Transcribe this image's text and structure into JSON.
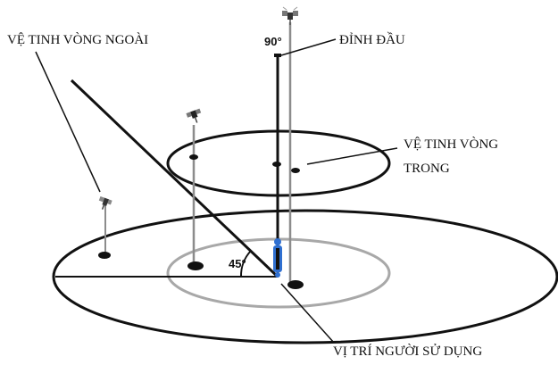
{
  "labels": {
    "outer_satellite": "VỆ TINH VÒNG NGOÀI",
    "zenith": "ĐỈNH ĐẦU",
    "zenith_angle": "90°",
    "inner_satellite_line1": "VỆ TINH VÒNG",
    "inner_satellite_line2": "TRONG",
    "elevation_angle": "45°",
    "user_position": "VỊ TRÍ NGƯỜI SỬ DỤNG"
  },
  "icons": {
    "satellite": "satellite-icon",
    "user": "person-icon"
  },
  "colors": {
    "line": "#111111",
    "inner_ground_ring": "#a8a8a8",
    "projection_line": "#8c8c8c",
    "user_marker": "#2f6fd0"
  }
}
